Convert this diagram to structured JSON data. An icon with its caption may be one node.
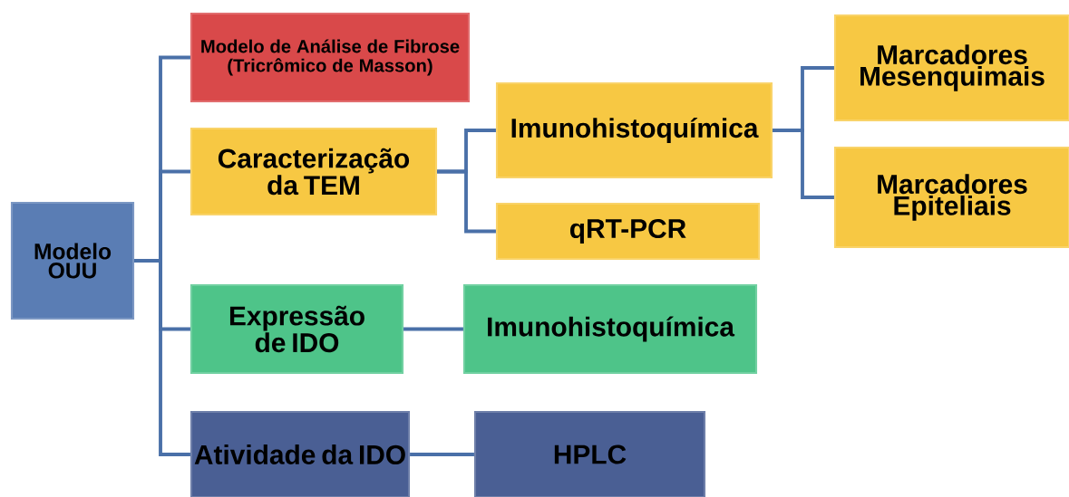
{
  "diagram": {
    "nodes": [
      {
        "text": [
          "Modelo OUU"
        ]
      },
      {
        "text": [
          "Modelo de Análise de Fibrose (Tricrômico de Masson)"
        ]
      },
      {
        "text": [
          "Caracterização da TEM"
        ]
      },
      {
        "text": [
          "Imunohistoquímica"
        ]
      },
      {
        "text": [
          "qRT-PCR"
        ]
      },
      {
        "text": [
          "Marcadores Mesenquimais"
        ]
      },
      {
        "text": [
          "Marcadores Epiteliais"
        ]
      },
      {
        "text": [
          "Expressão de IDO"
        ]
      },
      {
        "text": [
          "Imunohistoquímica"
        ]
      },
      {
        "text": [
          "Atividade da IDO"
        ]
      },
      {
        "text": [
          "HPLC"
        ]
      }
    ],
    "edges": [
      {
        "from": 0,
        "to": 1,
        "arrow": "none"
      },
      {
        "from": 0,
        "to": 2,
        "arrow": "none"
      },
      {
        "from": 0,
        "to": 7,
        "arrow": "none"
      },
      {
        "from": 0,
        "to": 9,
        "arrow": "none"
      },
      {
        "from": 2,
        "to": 3,
        "arrow": "none"
      },
      {
        "from": 2,
        "to": 4,
        "arrow": "none"
      },
      {
        "from": 3,
        "to": 5,
        "arrow": "none"
      },
      {
        "from": 3,
        "to": 6,
        "arrow": "none"
      },
      {
        "from": 7,
        "to": 8,
        "arrow": "none"
      },
      {
        "from": 9,
        "to": 10,
        "arrow": "none"
      }
    ]
  }
}
